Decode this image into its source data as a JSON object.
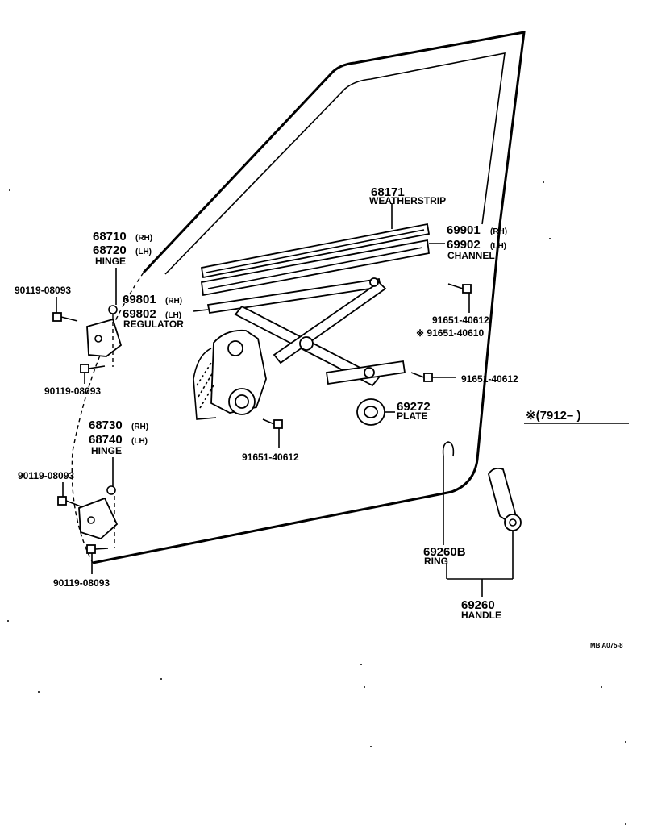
{
  "labels": {
    "weatherstrip_num": "68171",
    "weatherstrip_name": "WEATHERSTRIP",
    "hinge_upper_rh": "68710",
    "hinge_upper_rh_tag": "(RH)",
    "hinge_upper_lh": "68720",
    "hinge_upper_lh_tag": "(LH)",
    "hinge_upper_name": "HINGE",
    "bolt_upper_left": "90119-08093",
    "regulator_rh": "69801",
    "regulator_rh_tag": "(RH)",
    "regulator_lh": "69802",
    "regulator_lh_tag": "(LH)",
    "regulator_name": "REGULATOR",
    "bolt_upper_hinge_lower": "90119-08093",
    "channel_rh": "69901",
    "channel_rh_tag": "(RH)",
    "channel_lh": "69902",
    "channel_lh_tag": "(LH)",
    "channel_name": "CHANNEL",
    "bolt_channel_1": "91651-40612",
    "bolt_channel_2": "※ 91651-40610",
    "bolt_regulator_right": "91651-40612",
    "plate_num": "69272",
    "plate_name": "PLATE",
    "bolt_regulator_lower": "91651-40612",
    "hinge_lower_rh": "68730",
    "hinge_lower_rh_tag": "(RH)",
    "hinge_lower_lh": "68740",
    "hinge_lower_lh_tag": "(LH)",
    "hinge_lower_name": "HINGE",
    "bolt_lower_left": "90119-08093",
    "bolt_lower_bottom": "90119-08093",
    "ring_num": "69260B",
    "ring_name": "RING",
    "handle_num": "69260",
    "handle_name": "HANDLE",
    "date_note": "※(7912–      )",
    "ref_code": "MB A075-8"
  }
}
